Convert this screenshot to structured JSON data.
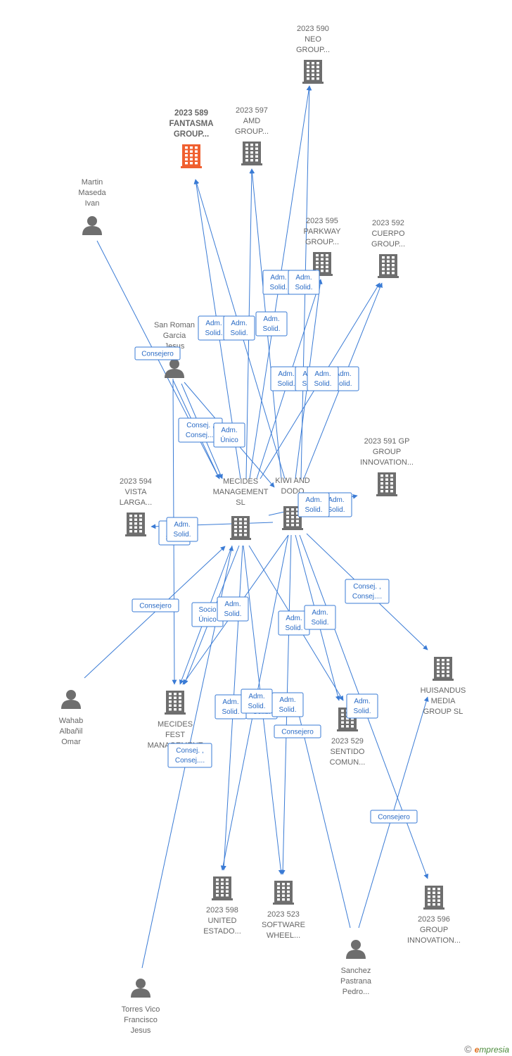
{
  "colors": {
    "edge": "#3a7bd5",
    "building": "#6e6e6e",
    "building_highlight": "#f06030",
    "person": "#6e6e6e"
  },
  "nodes": [
    {
      "id": "n590",
      "kind": "company",
      "lines": [
        "2023 590",
        "NEO",
        "GROUP..."
      ]
    },
    {
      "id": "n589",
      "kind": "company",
      "highlight": true,
      "lines": [
        "2023 589",
        "FANTASMA",
        "GROUP..."
      ]
    },
    {
      "id": "n597",
      "kind": "company",
      "lines": [
        "2023 597",
        "AMD",
        "GROUP..."
      ]
    },
    {
      "id": "martin",
      "kind": "person",
      "lines": [
        "Martin",
        "Maseda",
        "Ivan"
      ]
    },
    {
      "id": "n595",
      "kind": "company",
      "lines": [
        "2023 595",
        "PARKWAY",
        "GROUP..."
      ]
    },
    {
      "id": "n592",
      "kind": "company",
      "lines": [
        "2023 592",
        "CUERPO",
        "GROUP..."
      ]
    },
    {
      "id": "sanroman",
      "kind": "person",
      "lines": [
        "San Roman",
        "Garcia",
        "Jesus"
      ]
    },
    {
      "id": "n591",
      "kind": "company",
      "lines": [
        "2023 591 GP",
        "GROUP",
        "INNOVATION..."
      ]
    },
    {
      "id": "n594",
      "kind": "company",
      "lines": [
        "2023 594",
        "VISTA",
        "LARGA..."
      ]
    },
    {
      "id": "mecides",
      "kind": "company",
      "lines": [
        "MECIDES",
        "MANAGEMENT",
        "SL"
      ]
    },
    {
      "id": "kiwi",
      "kind": "company",
      "lines": [
        "KIWI AND",
        "DODO"
      ]
    },
    {
      "id": "huisandus",
      "kind": "company",
      "lines": [
        "HUISANDUS",
        "MEDIA",
        "GROUP  SL"
      ]
    },
    {
      "id": "wahab",
      "kind": "person",
      "lines": [
        "Wahab",
        "Albañil",
        "Omar"
      ]
    },
    {
      "id": "mecfest",
      "kind": "company",
      "lines": [
        "MECIDES",
        "FEST",
        "MANAGEMENT"
      ]
    },
    {
      "id": "n529",
      "kind": "company",
      "lines": [
        "2023 529",
        "SENTIDO",
        "COMUN..."
      ]
    },
    {
      "id": "n598",
      "kind": "company",
      "lines": [
        "2023 598",
        "UNITED",
        "ESTADO..."
      ]
    },
    {
      "id": "n523",
      "kind": "company",
      "lines": [
        "2023 523",
        "SOFTWARE",
        "WHEEL..."
      ]
    },
    {
      "id": "n596",
      "kind": "company",
      "lines": [
        "2023 596",
        "GROUP",
        "INNOVATION..."
      ]
    },
    {
      "id": "sanchez",
      "kind": "person",
      "lines": [
        "Sanchez",
        "Pastrana",
        "Pedro..."
      ]
    },
    {
      "id": "torres",
      "kind": "person",
      "lines": [
        "Torres Vico",
        "Francisco",
        "Jesus"
      ]
    }
  ],
  "edge_labels": [
    {
      "id": "el1",
      "lines": [
        "Adm.",
        "Solid."
      ]
    },
    {
      "id": "el2",
      "lines": [
        "Adm.",
        "Solid."
      ]
    },
    {
      "id": "el3",
      "lines": [
        "Adm.",
        "Solid."
      ]
    },
    {
      "id": "el4",
      "lines": [
        "Adm.",
        "Solid."
      ]
    },
    {
      "id": "el5",
      "lines": [
        "Adm.",
        "Solid."
      ]
    },
    {
      "id": "el6",
      "lines": [
        "Consejero"
      ]
    },
    {
      "id": "el7",
      "lines": [
        "Adm.",
        "Solid."
      ]
    },
    {
      "id": "el8",
      "lines": [
        "Adm.",
        "Solid."
      ]
    },
    {
      "id": "el9",
      "lines": [
        "Adm.",
        "Solid."
      ]
    },
    {
      "id": "el10",
      "lines": [
        "Adm.",
        "Solid."
      ]
    },
    {
      "id": "el11",
      "lines": [
        "Consej. ,",
        "Consej...."
      ]
    },
    {
      "id": "el12",
      "lines": [
        "Adm.",
        "Único"
      ]
    },
    {
      "id": "el13",
      "lines": [
        "Adm.",
        "Solid."
      ]
    },
    {
      "id": "el14",
      "lines": [
        "Adm.",
        "Solid."
      ]
    },
    {
      "id": "el15",
      "lines": [
        "Adm.",
        "Solid."
      ]
    },
    {
      "id": "el16",
      "lines": [
        "Adm.",
        "Solid."
      ]
    },
    {
      "id": "el17",
      "lines": [
        "Consej. ,",
        "Consej...."
      ]
    },
    {
      "id": "el18",
      "lines": [
        "Consejero"
      ]
    },
    {
      "id": "el19",
      "lines": [
        "Socio",
        "Único"
      ]
    },
    {
      "id": "el20",
      "lines": [
        "Adm.",
        "Solid."
      ]
    },
    {
      "id": "el21",
      "lines": [
        "Adm.",
        "Solid."
      ]
    },
    {
      "id": "el22",
      "lines": [
        "Adm.",
        "Solid."
      ]
    },
    {
      "id": "el23",
      "lines": [
        "Consej. ,",
        "Consej...."
      ]
    },
    {
      "id": "el24",
      "lines": [
        "Adm.",
        "Solid."
      ]
    },
    {
      "id": "el25",
      "lines": [
        "Adm.",
        "Solid."
      ]
    },
    {
      "id": "el26",
      "lines": [
        "Adm.",
        "Solid."
      ]
    },
    {
      "id": "el27",
      "lines": [
        "Adm.",
        "Solid."
      ]
    },
    {
      "id": "el28",
      "lines": [
        "Adm.",
        "Solid."
      ]
    },
    {
      "id": "el29",
      "lines": [
        "Consejero"
      ]
    },
    {
      "id": "el30",
      "lines": [
        "Consejero"
      ]
    }
  ],
  "footer": {
    "copyright": "©",
    "brand_initial": "e",
    "brand_rest": "mpresia"
  }
}
